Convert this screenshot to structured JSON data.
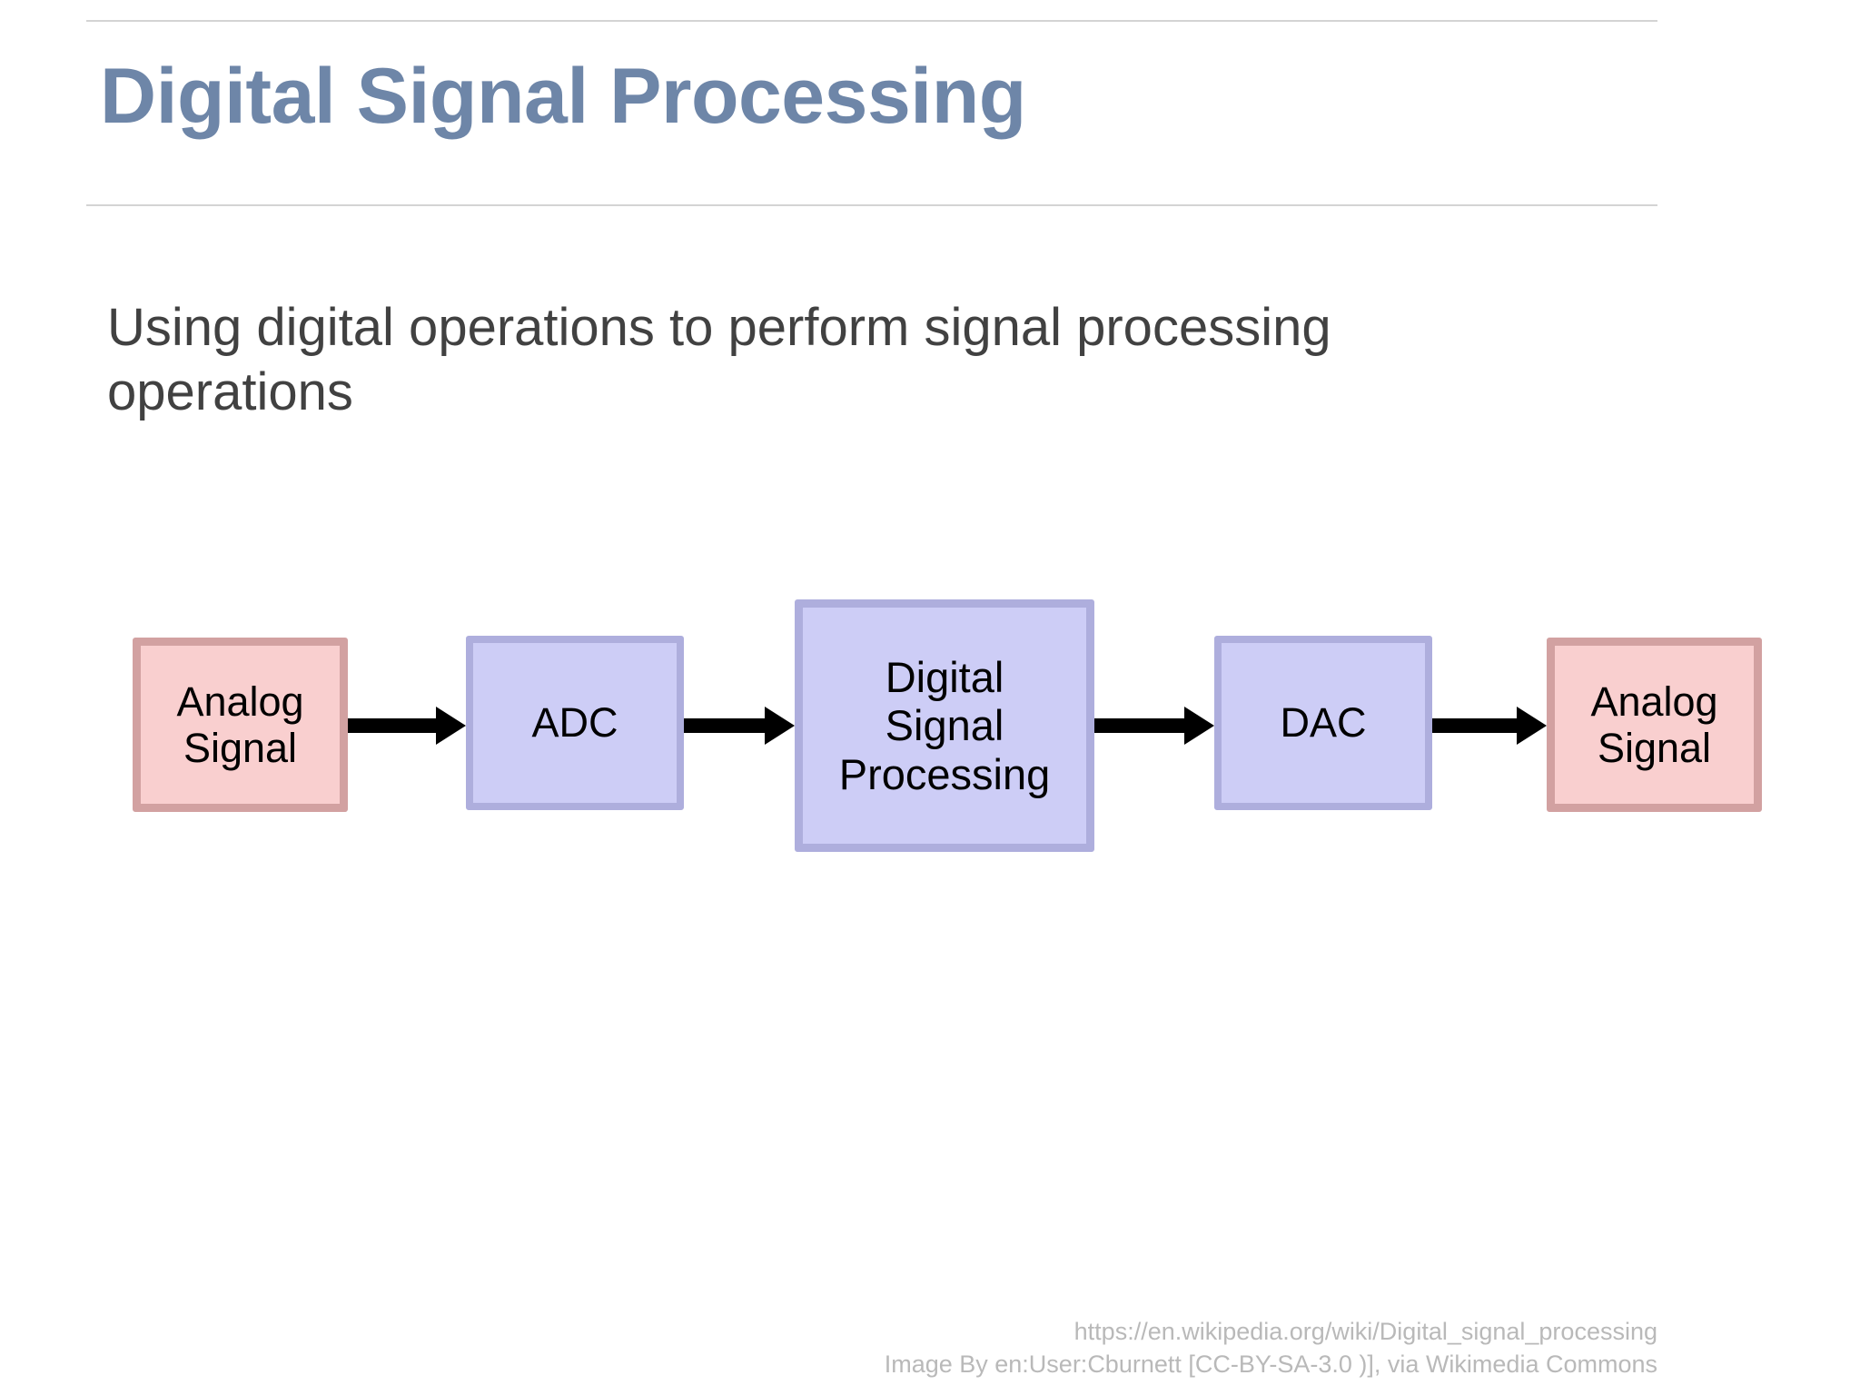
{
  "slide": {
    "title": "Digital Signal Processing",
    "title_color": "#6E86A8",
    "subtitle_lines": [
      "Using digital operations to perform signal processing",
      "operations"
    ],
    "subtitle_color": "#414141",
    "background_color": "#FFFFFF",
    "rule_color": "#D4D4D4"
  },
  "diagram": {
    "type": "block-flow",
    "colors": {
      "analog_fill": "#F9CFCF",
      "analog_border": "#D2A1A1",
      "digital_fill": "#CDCDF6",
      "digital_border": "#AEAEDD",
      "arrow": "#000000"
    },
    "nodes": [
      {
        "id": "analog-in",
        "label": "Analog\nSignal",
        "lines": [
          "Analog",
          "Signal"
        ],
        "kind": "analog"
      },
      {
        "id": "adc",
        "label": "ADC",
        "lines": [
          "ADC"
        ],
        "kind": "digital"
      },
      {
        "id": "dsp",
        "label": "Digital Signal Processing",
        "lines": [
          "Digital",
          "Signal",
          "Processing"
        ],
        "kind": "digital"
      },
      {
        "id": "dac",
        "label": "DAC",
        "lines": [
          "DAC"
        ],
        "kind": "digital"
      },
      {
        "id": "analog-out",
        "label": "Analog\nSignal",
        "lines": [
          "Analog",
          "Signal"
        ],
        "kind": "analog"
      }
    ],
    "edges": [
      {
        "from": "analog-in",
        "to": "adc"
      },
      {
        "from": "adc",
        "to": "dsp"
      },
      {
        "from": "dsp",
        "to": "dac"
      },
      {
        "from": "dac",
        "to": "analog-out"
      }
    ]
  },
  "attribution": {
    "lines": [
      "https://en.wikipedia.org/wiki/Digital_signal_processing",
      "Image By en:User:Cburnett [CC-BY-SA-3.0 )], via Wikimedia Commons"
    ],
    "color": "#B9B9B9"
  }
}
